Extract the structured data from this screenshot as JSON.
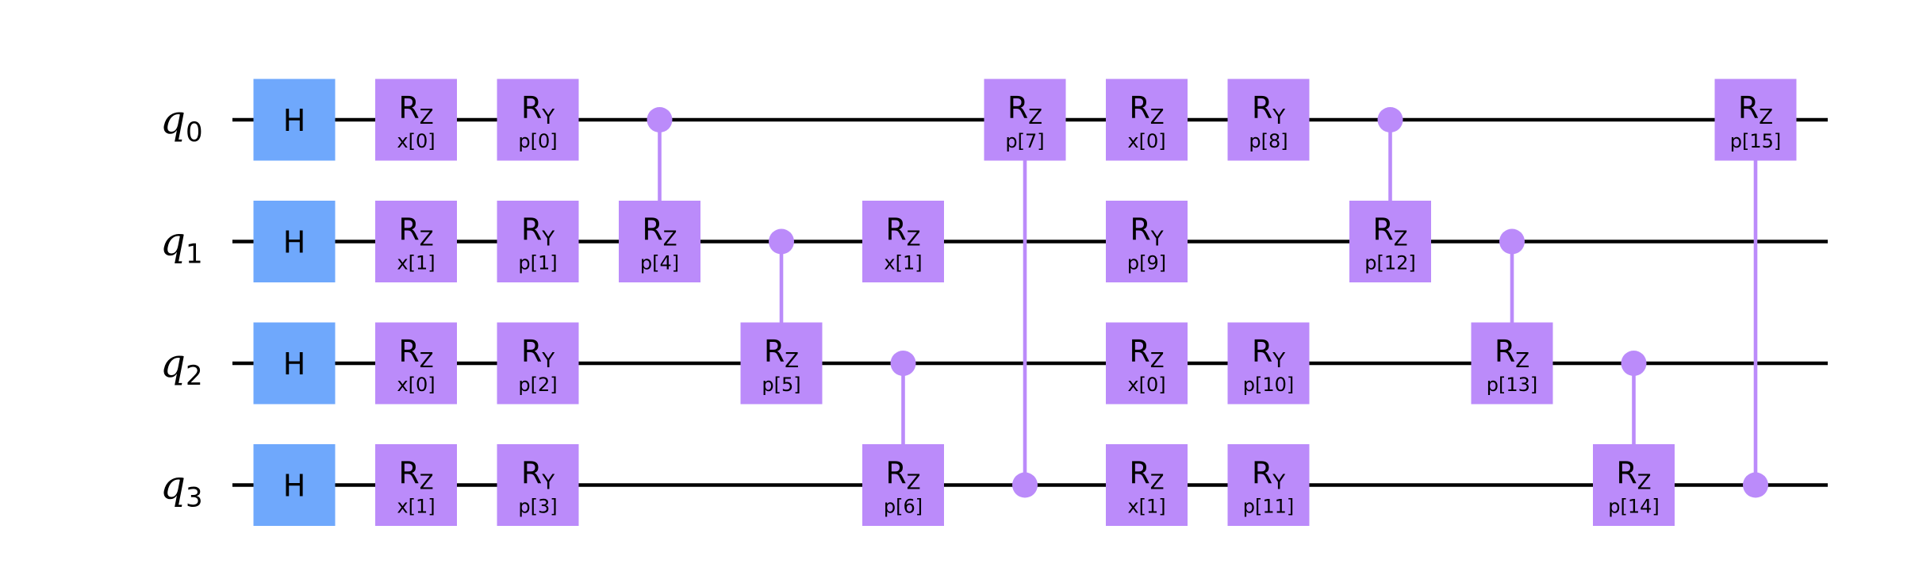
{
  "colors": {
    "background": "#ffffff",
    "wire": "#000000",
    "h_gate": "#6fa8fc",
    "rot_gate": "#bb8bfa",
    "control": "#bb8bfa"
  },
  "qubits": [
    {
      "label": "q",
      "index": "0"
    },
    {
      "label": "q",
      "index": "1"
    },
    {
      "label": "q",
      "index": "2"
    },
    {
      "label": "q",
      "index": "3"
    }
  ],
  "gates": [
    {
      "type": "H",
      "label": "H",
      "sub": "",
      "param": "",
      "qubit": 0,
      "column": 0
    },
    {
      "type": "H",
      "label": "H",
      "sub": "",
      "param": "",
      "qubit": 1,
      "column": 0
    },
    {
      "type": "H",
      "label": "H",
      "sub": "",
      "param": "",
      "qubit": 2,
      "column": 0
    },
    {
      "type": "H",
      "label": "H",
      "sub": "",
      "param": "",
      "qubit": 3,
      "column": 0
    },
    {
      "type": "RZ",
      "label": "R",
      "sub": "Z",
      "param": "x[0]",
      "qubit": 0,
      "column": 1
    },
    {
      "type": "RZ",
      "label": "R",
      "sub": "Z",
      "param": "x[1]",
      "qubit": 1,
      "column": 1
    },
    {
      "type": "RZ",
      "label": "R",
      "sub": "Z",
      "param": "x[0]",
      "qubit": 2,
      "column": 1
    },
    {
      "type": "RZ",
      "label": "R",
      "sub": "Z",
      "param": "x[1]",
      "qubit": 3,
      "column": 1
    },
    {
      "type": "RY",
      "label": "R",
      "sub": "Y",
      "param": "p[0]",
      "qubit": 0,
      "column": 2
    },
    {
      "type": "RY",
      "label": "R",
      "sub": "Y",
      "param": "p[1]",
      "qubit": 1,
      "column": 2
    },
    {
      "type": "RY",
      "label": "R",
      "sub": "Y",
      "param": "p[2]",
      "qubit": 2,
      "column": 2
    },
    {
      "type": "RY",
      "label": "R",
      "sub": "Y",
      "param": "p[3]",
      "qubit": 3,
      "column": 2
    },
    {
      "type": "CRZ",
      "label": "R",
      "sub": "Z",
      "param": "p[4]",
      "control": 0,
      "qubit": 1,
      "column": 3
    },
    {
      "type": "CRZ",
      "label": "R",
      "sub": "Z",
      "param": "p[5]",
      "control": 1,
      "qubit": 2,
      "column": 4
    },
    {
      "type": "CRZ",
      "label": "R",
      "sub": "Z",
      "param": "p[6]",
      "control": 2,
      "qubit": 3,
      "column": 5
    },
    {
      "type": "RZ",
      "label": "R",
      "sub": "Z",
      "param": "x[1]",
      "qubit": 1,
      "column": 5
    },
    {
      "type": "CRZ",
      "label": "R",
      "sub": "Z",
      "param": "p[7]",
      "control": 3,
      "qubit": 0,
      "column": 6
    },
    {
      "type": "RZ",
      "label": "R",
      "sub": "Z",
      "param": "x[0]",
      "qubit": 0,
      "column": 7
    },
    {
      "type": "RY",
      "label": "R",
      "sub": "Y",
      "param": "p[9]",
      "qubit": 1,
      "column": 7
    },
    {
      "type": "RZ",
      "label": "R",
      "sub": "Z",
      "param": "x[0]",
      "qubit": 2,
      "column": 7
    },
    {
      "type": "RZ",
      "label": "R",
      "sub": "Z",
      "param": "x[1]",
      "qubit": 3,
      "column": 7
    },
    {
      "type": "RY",
      "label": "R",
      "sub": "Y",
      "param": "p[8]",
      "qubit": 0,
      "column": 8
    },
    {
      "type": "RY",
      "label": "R",
      "sub": "Y",
      "param": "p[10]",
      "qubit": 2,
      "column": 8
    },
    {
      "type": "RY",
      "label": "R",
      "sub": "Y",
      "param": "p[11]",
      "qubit": 3,
      "column": 8
    },
    {
      "type": "CRZ",
      "label": "R",
      "sub": "Z",
      "param": "p[12]",
      "control": 0,
      "qubit": 1,
      "column": 9
    },
    {
      "type": "CRZ",
      "label": "R",
      "sub": "Z",
      "param": "p[13]",
      "control": 1,
      "qubit": 2,
      "column": 10
    },
    {
      "type": "CRZ",
      "label": "R",
      "sub": "Z",
      "param": "p[14]",
      "control": 2,
      "qubit": 3,
      "column": 11
    },
    {
      "type": "CRZ",
      "label": "R",
      "sub": "Z",
      "param": "p[15]",
      "control": 3,
      "qubit": 0,
      "column": 12
    }
  ]
}
